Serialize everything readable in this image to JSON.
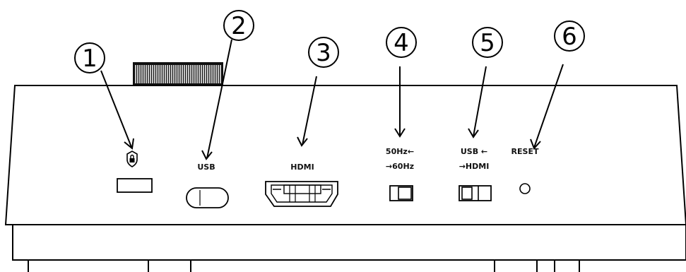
{
  "callouts": [
    {
      "number": "1",
      "target": "kensington-lock-slot"
    },
    {
      "number": "2",
      "target": "usb-port"
    },
    {
      "number": "3",
      "target": "hdmi-port"
    },
    {
      "number": "4",
      "target": "frequency-switch"
    },
    {
      "number": "5",
      "target": "output-switch"
    },
    {
      "number": "6",
      "target": "reset-button"
    }
  ],
  "labels": {
    "usb": "USB",
    "hdmi": "HDMI",
    "freq_line1": "50Hz←",
    "freq_line2": "→60Hz",
    "output_line1": "USB  ←",
    "output_line2": "→HDMI",
    "reset": "RESET"
  },
  "icons": {
    "lock": "padlock-shield-icon"
  },
  "colors": {
    "line": "#000000",
    "background": "#ffffff"
  }
}
